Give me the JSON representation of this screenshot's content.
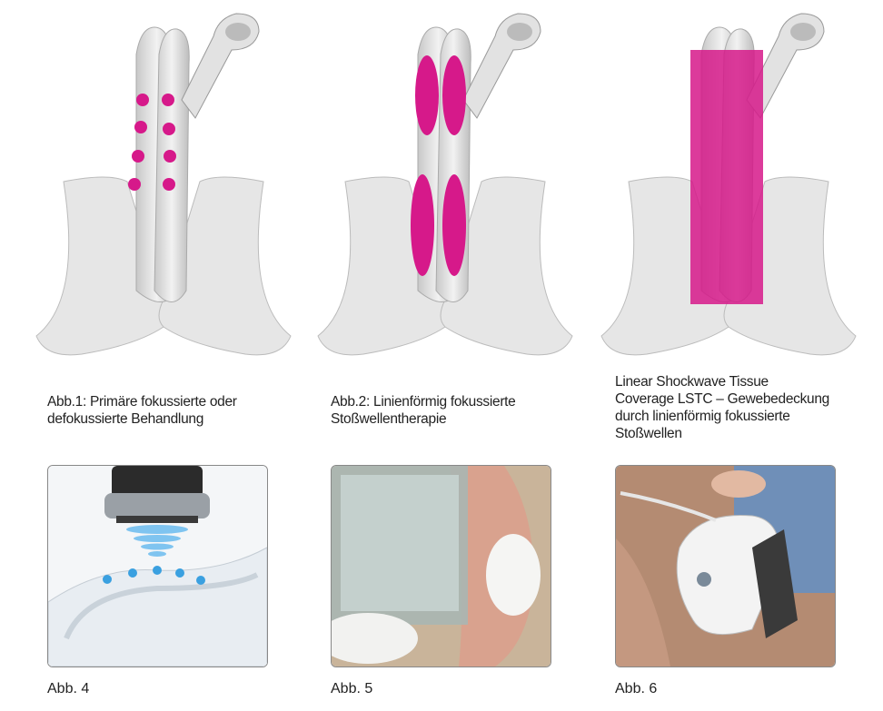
{
  "figures": [
    {
      "caption_lines": [
        "Abb.1: Primäre fokussierte oder",
        "defokussierte Behandlung"
      ]
    },
    {
      "caption_lines": [
        "Abb.2: Linienförmig fokussierte",
        "Stoßwellentherapie"
      ]
    },
    {
      "caption_lines": [
        "Linear Shockwave Tissue",
        "Coverage LSTC – Gewebedeckung",
        "durch linienförmig fokussierte",
        "Stoßwellen"
      ]
    }
  ],
  "photos": [
    {
      "label": "Abb. 4"
    },
    {
      "label": "Abb. 5"
    },
    {
      "label": "Abb. 6"
    }
  ],
  "colors": {
    "treatment_pink": "#d6198a",
    "wave_blue": "#3aa0e0"
  }
}
